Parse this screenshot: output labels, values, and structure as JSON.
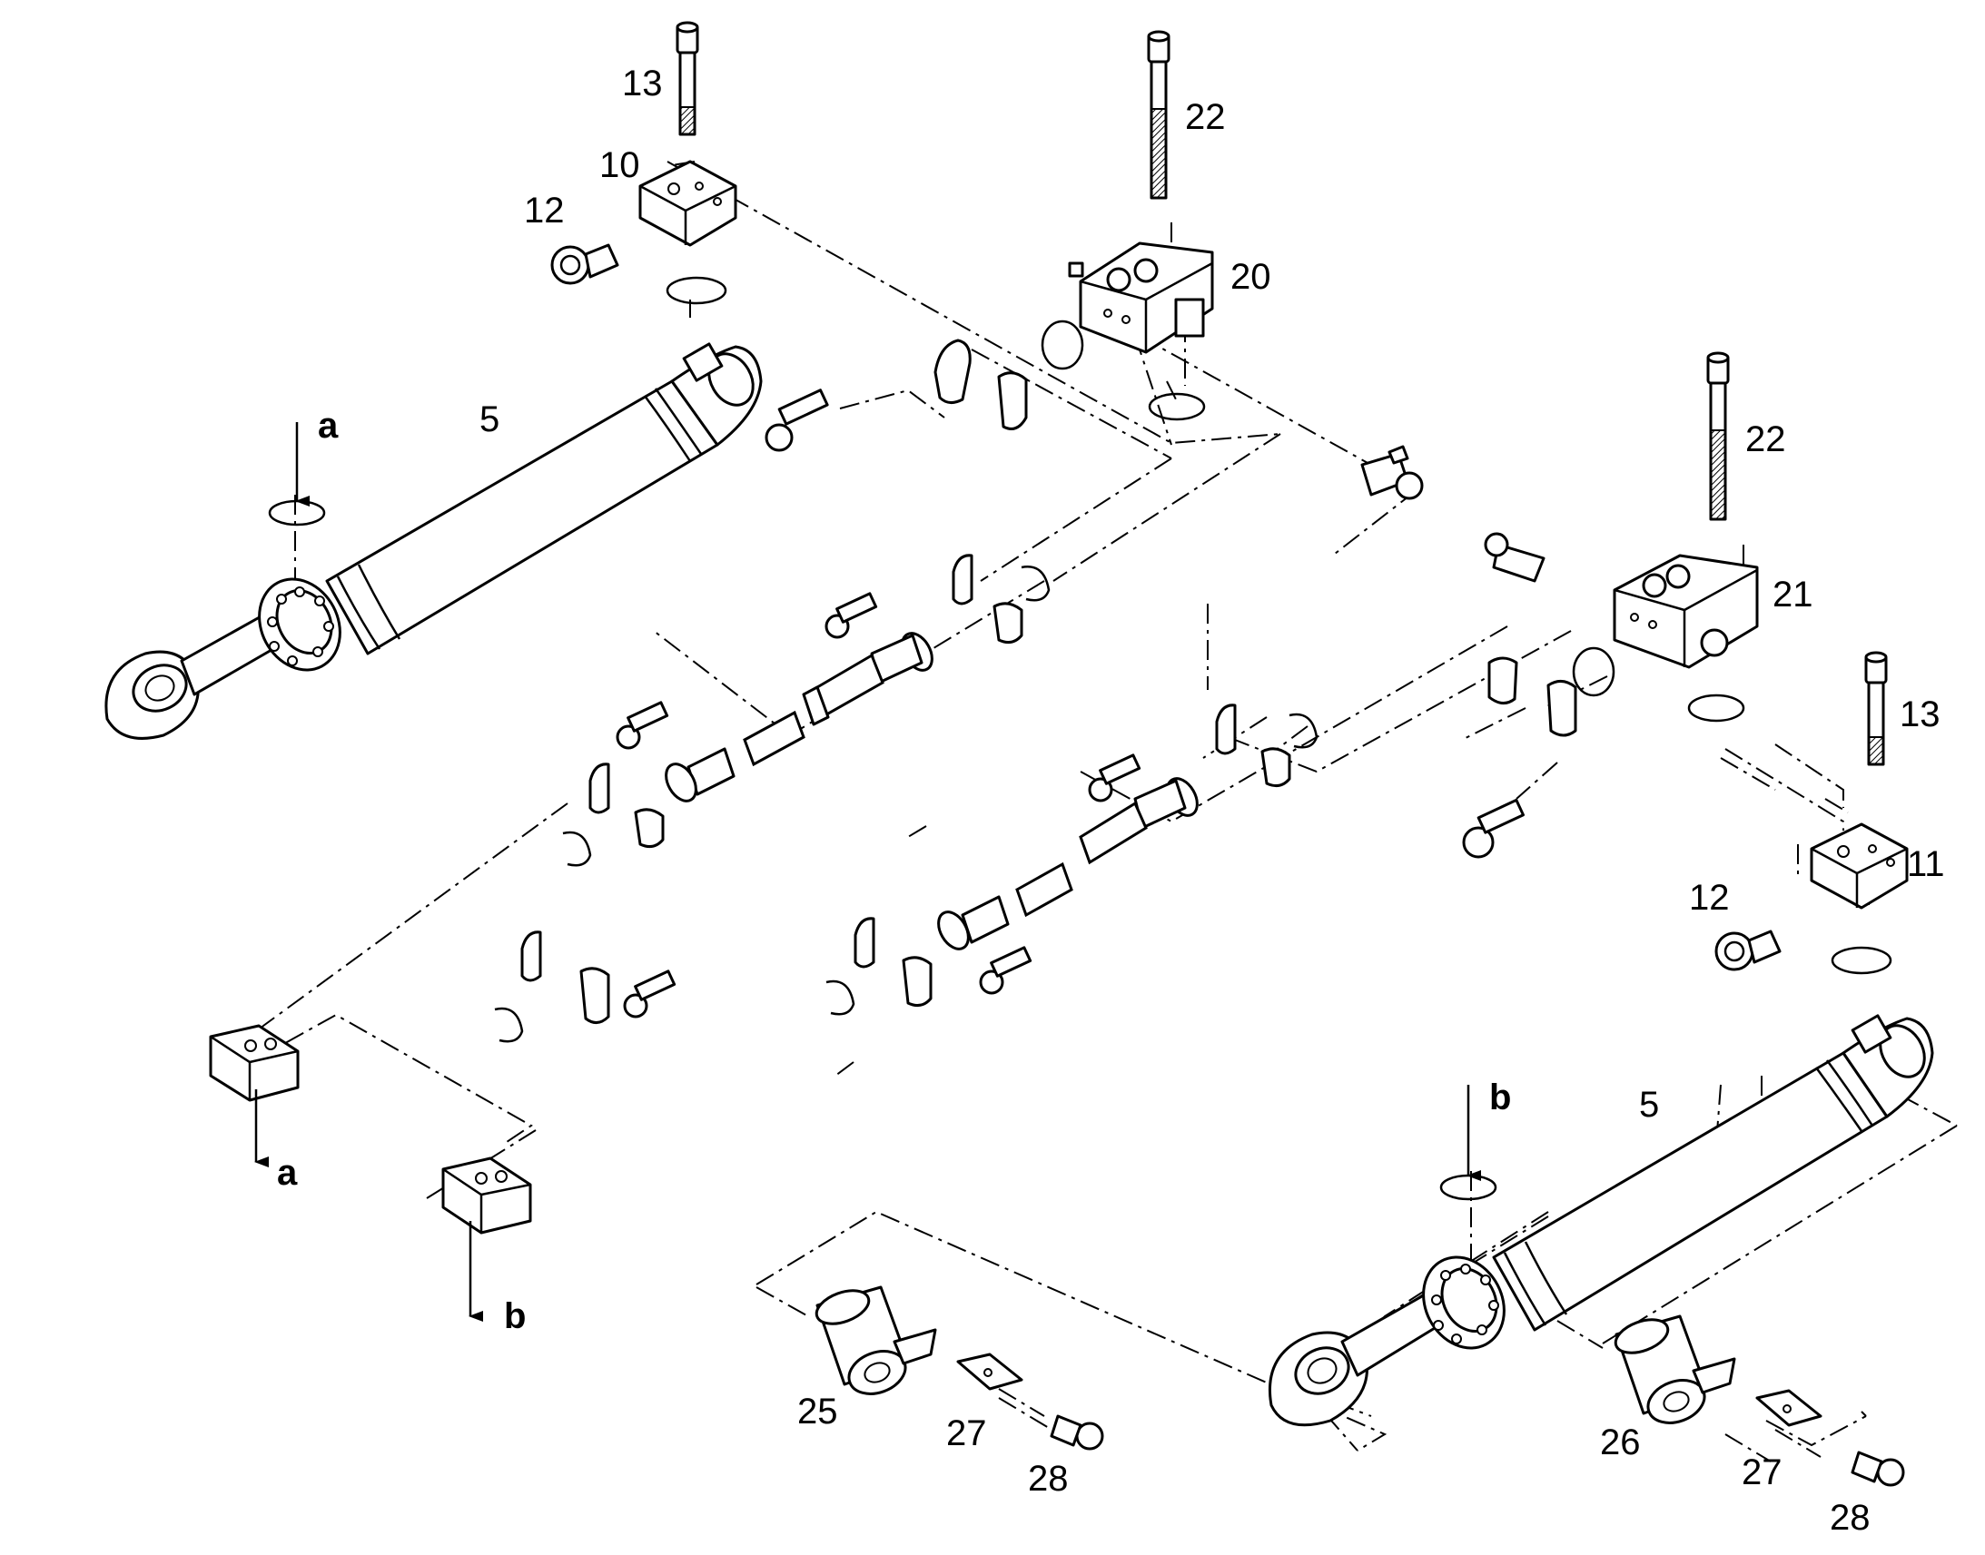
{
  "labels": {
    "p13_top": "13",
    "p10": "10",
    "p12_top": "12",
    "p22_top": "22",
    "p20": "20",
    "p5_left": "5",
    "a_top": "a",
    "p22_right": "22",
    "p21": "21",
    "p13_right": "13",
    "p11": "11",
    "p12_right": "12",
    "a_bottom": "a",
    "b_top": "b",
    "p5_right": "5",
    "b_bottom": "b",
    "p25": "25",
    "p27_left": "27",
    "p28_left": "28",
    "p26": "26",
    "p27_right": "27",
    "p28_right": "28"
  },
  "icons": [
    "bolt-icon",
    "o-ring-icon",
    "valve-block-icon",
    "hydraulic-cylinder-icon",
    "pipe-clamp-icon",
    "hose-icon",
    "pin-icon",
    "lock-plate-icon",
    "screw-icon",
    "connector-block-icon",
    "arrow-icon"
  ]
}
